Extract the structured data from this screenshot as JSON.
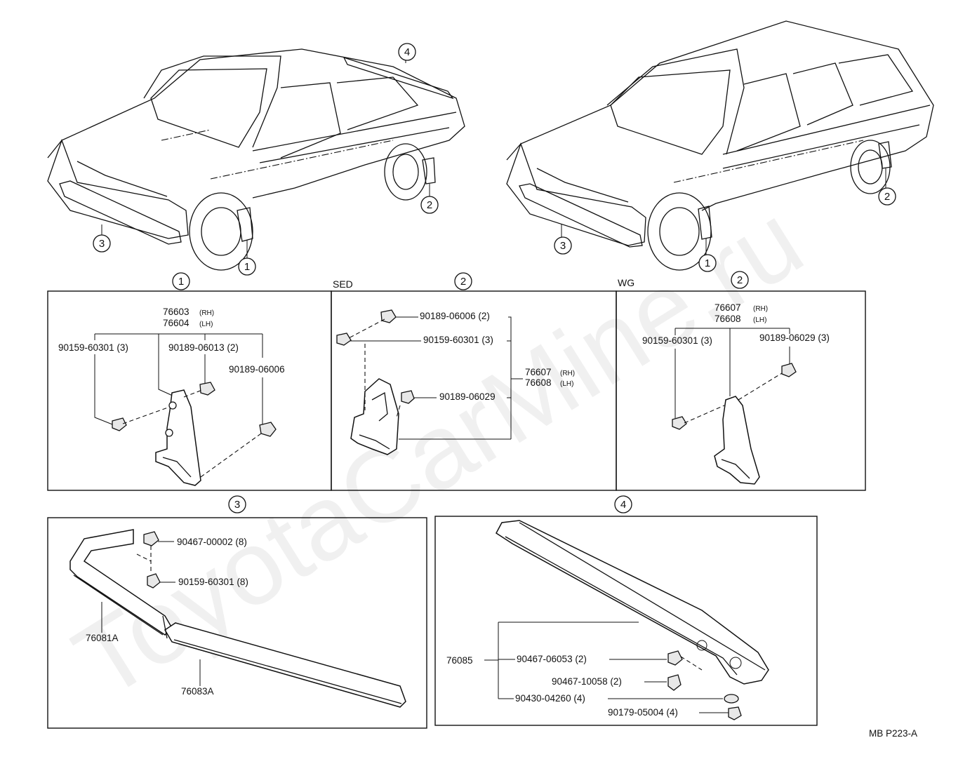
{
  "watermark": "ToyotaCarMine.ru",
  "figure_code": "MB P223-A",
  "callouts": [
    "1",
    "2",
    "3",
    "4"
  ],
  "variants": {
    "sedan": "SED",
    "wagon": "WG"
  },
  "panel1": {
    "assembly_rh": "76603",
    "assembly_lh": "76604",
    "rh_tag": "(RH)",
    "lh_tag": "(LH)",
    "screw": "90159-60301 (3)",
    "clip": "90189-06013 (2)",
    "retainer": "90189-06006"
  },
  "panel2_sed": {
    "retainer": "90189-06006 (2)",
    "screw": "90159-60301 (3)",
    "assembly_rh": "76607",
    "assembly_lh": "76608",
    "rh_tag": "(RH)",
    "lh_tag": "(LH)",
    "clip": "90189-06029"
  },
  "panel2_wg": {
    "assembly_rh": "76607",
    "assembly_lh": "76608",
    "rh_tag": "(RH)",
    "lh_tag": "(LH)",
    "screw": "90159-60301 (3)",
    "clip": "90189-06029 (3)"
  },
  "panel3": {
    "nut": "90467-00002 (8)",
    "screw": "90159-60301 (8)",
    "spoiler_center": "76081A",
    "spoiler_side": "76083A"
  },
  "panel4": {
    "spoiler": "76085",
    "clip_a": "90467-06053 (2)",
    "clip_b": "90467-10058 (2)",
    "washer": "90430-04260 (4)",
    "cap": "90179-05004 (4)"
  }
}
